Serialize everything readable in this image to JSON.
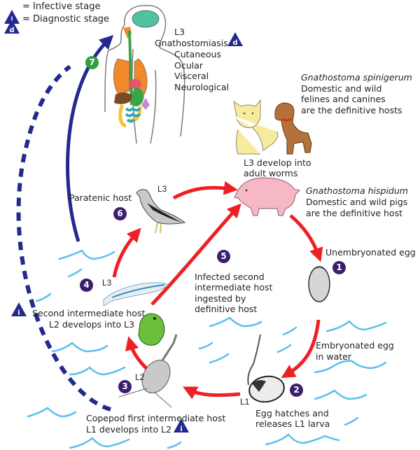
{
  "legend": {
    "infective_letter": "i",
    "infective_label": "= Infective stage",
    "diagnostic_letter": "d",
    "diagnostic_label": "= Diagnostic stage"
  },
  "colors": {
    "arrow_red": "#ee2024",
    "arrow_blue": "#23298d",
    "badge_purple": "#3b1f6e",
    "badge_green": "#2f9e3f",
    "water": "#5bc0eb",
    "triangle": "#23298d"
  },
  "human": {
    "stage": "L3",
    "disease": "Gnathostomiasis",
    "forms": [
      "Cutaneous",
      "Ocular",
      "Visceral",
      "Neurological"
    ],
    "step": "7"
  },
  "spinigerum": {
    "species": "Gnathostoma spinigerum",
    "line1": "Domestic and wild",
    "line2": "felines and canines",
    "line3": "are the definitive hosts"
  },
  "adult": {
    "line1": "L3 develop into",
    "line2": "adult worms"
  },
  "hispidum": {
    "species": "Gnathostoma hispidum",
    "line1": "Domestic and wild pigs",
    "line2": "are the definitive host"
  },
  "paratenic": {
    "label": "Paratenic host",
    "stage": "L3",
    "step": "6"
  },
  "step5": {
    "step": "5",
    "line1": "Infected second",
    "line2": "intermediate host",
    "line3": "ingested by",
    "line4": "definitive host"
  },
  "step1": {
    "step": "1",
    "label": "Unembryonated egg"
  },
  "step4": {
    "step": "4",
    "stage": "L3",
    "line1": "Second intermediate host",
    "line2": "L2 develops into L3"
  },
  "step2": {
    "step": "2",
    "embryo1": "Embryonated egg",
    "embryo2": "in water",
    "stage": "L1",
    "line1": "Egg hatches and",
    "line2": "releases L1 larva"
  },
  "step3": {
    "step": "3",
    "stage": "L2",
    "line1": "Copepod first intermediate host",
    "line2": "L1 develops into L2"
  }
}
